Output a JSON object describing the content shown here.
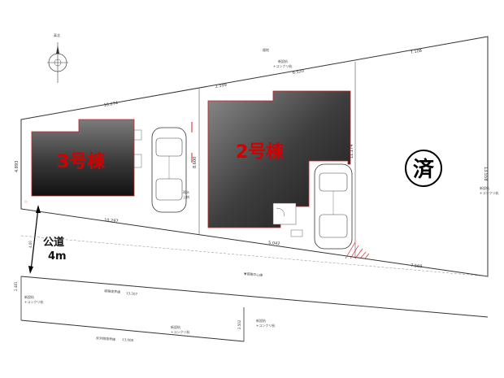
{
  "north_label": "真北",
  "neighbor_label": "畑地",
  "boundary_mark_label": "新設杭",
  "boundary_mark_sub": "+コンクリ杭",
  "sewer_label": "雨水",
  "sewer_sub": "上桝",
  "buildings": [
    {
      "label": "3号棟"
    },
    {
      "label": "2号棟"
    }
  ],
  "sold_mark": "済",
  "road": {
    "label_line1": "公道",
    "label_line2": "4m"
  },
  "road_center_label": "▼道路中心線",
  "dimensions": {
    "top_left": "10.274",
    "top_mid": "2.599",
    "top_mid2": "6.520",
    "top_right": "7.108",
    "left_side": "4.893",
    "right_side": "13.558",
    "bottom_left": "10.297",
    "bottom_mid": "5.042",
    "bottom_right": "7.569",
    "divider": "8.600",
    "small_vert": "11.174",
    "road_bottom": "13.207",
    "road_bottom2": "13.008",
    "road_left": "2.481",
    "road_right": "2.502",
    "road_width_left": "4.00"
  },
  "road_boundary_label": "道路境界線",
  "road_opposite_label": "反対側境界線"
}
